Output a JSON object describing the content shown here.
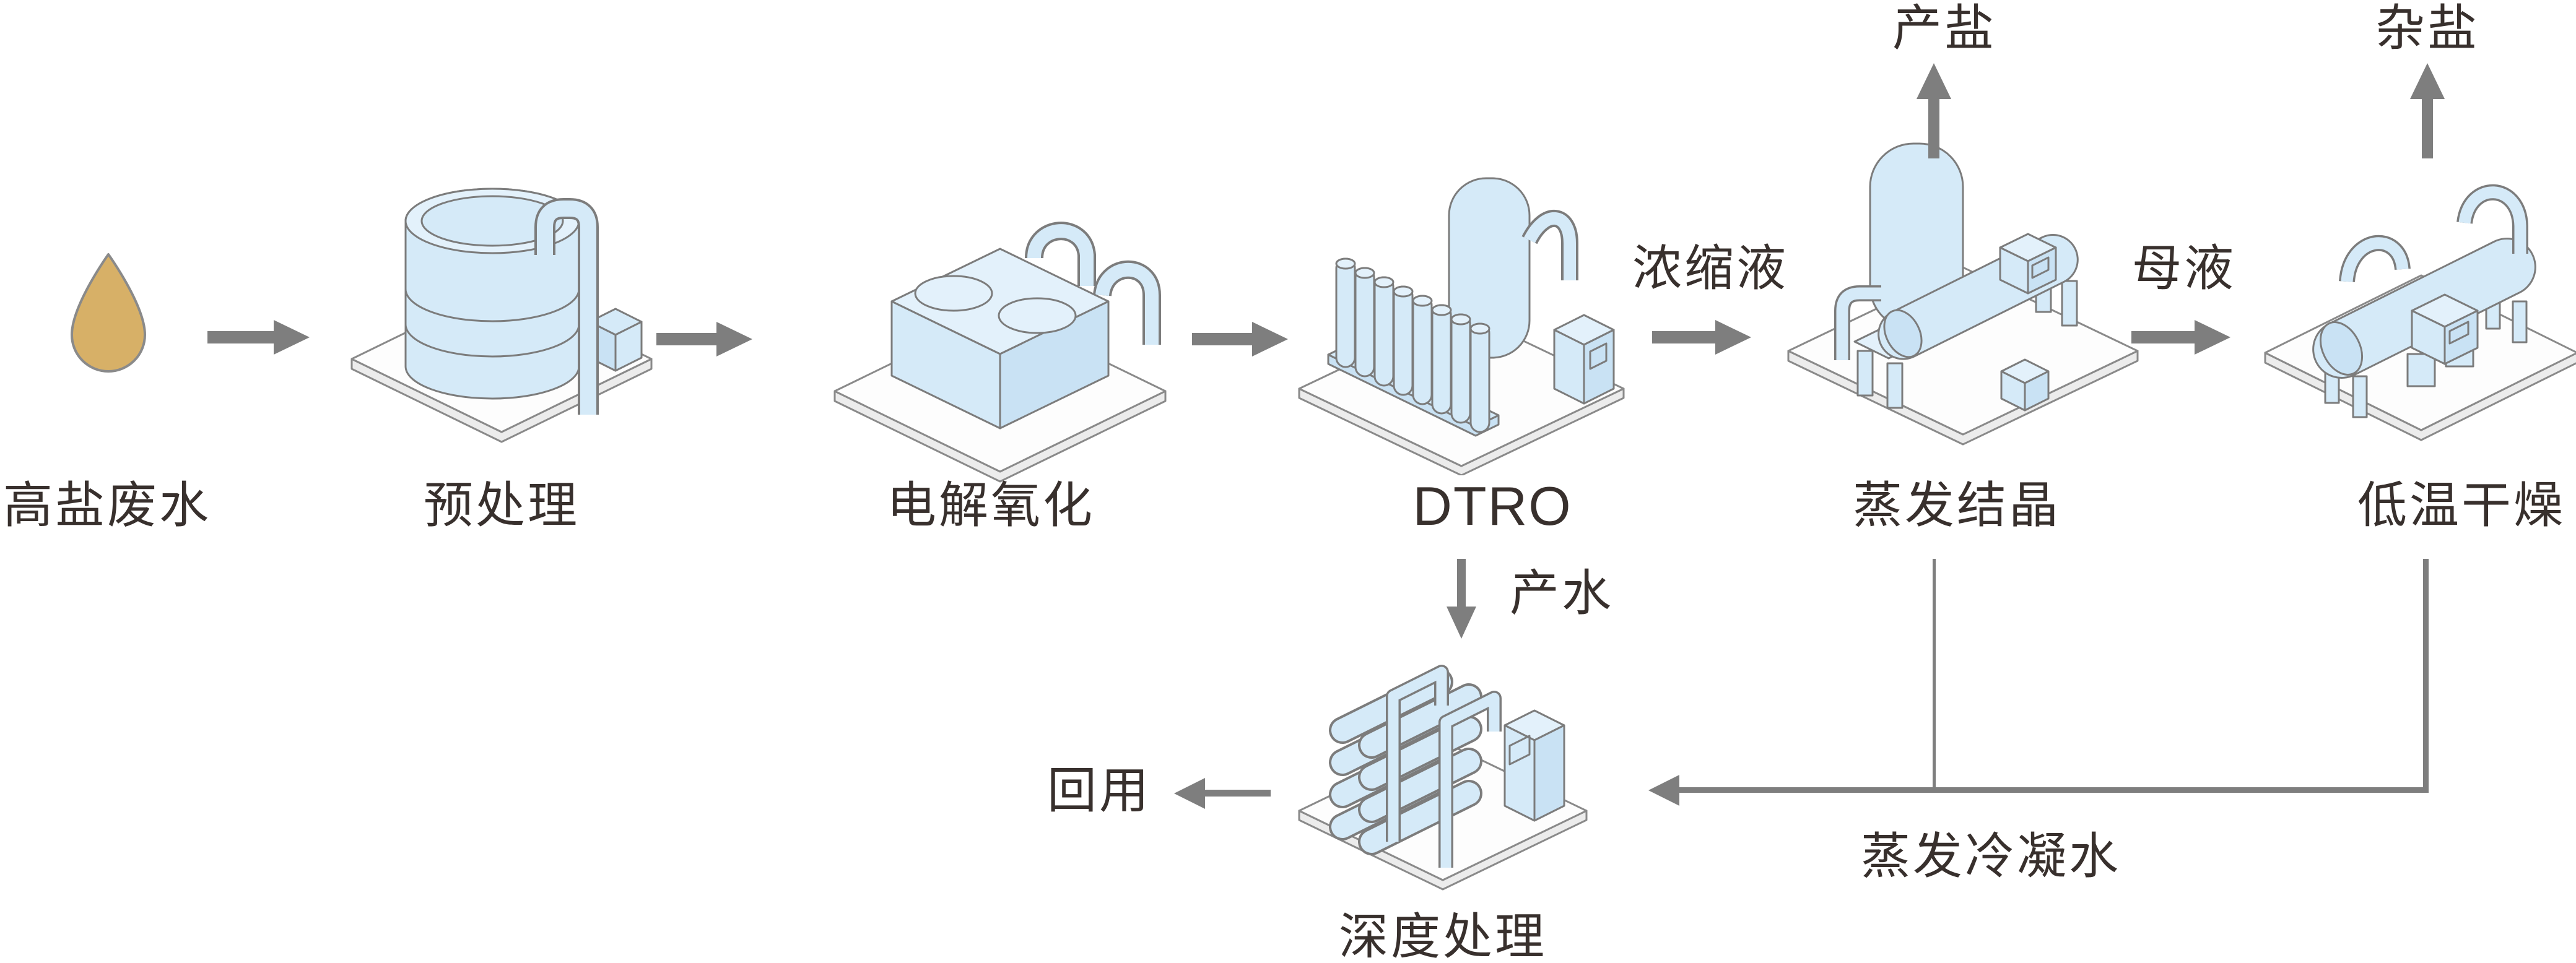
{
  "diagram": {
    "type": "process-flow",
    "subject": "high-salinity wastewater zero-liquid-discharge treatment",
    "palette": {
      "background": "#ffffff",
      "text_color": "#38302d",
      "arrow_gray": "#7e7e7e",
      "icon_fill": "#d5eaf8",
      "icon_fill_light": "#e3f1fb",
      "icon_fill_shade": "#c9e2f4",
      "icon_stroke": "#7c7c7c",
      "platform_top": "#fdfdfd",
      "platform_side": "#ececec",
      "platform_stroke": "#8a8a8a",
      "droplet_fill": "#d7b067",
      "droplet_stroke": "#8a8a8a"
    },
    "stations": [
      {
        "key": "feed",
        "label": "高盐废水",
        "icon": "water-drop"
      },
      {
        "key": "pretreatment",
        "label": "预处理",
        "icon": "storage-tank"
      },
      {
        "key": "electrooxidation",
        "label": "电解氧化",
        "icon": "electrolysis-unit"
      },
      {
        "key": "dtro",
        "label": "DTRO",
        "icon": "dtro-membrane-skid"
      },
      {
        "key": "evaporation",
        "label": "蒸发结晶",
        "icon": "evaporator-crystallizer"
      },
      {
        "key": "drying",
        "label": "低温干燥",
        "icon": "low-temp-dryer"
      },
      {
        "key": "polishing",
        "label": "深度处理",
        "icon": "polishing-membrane-rack"
      }
    ],
    "streams": {
      "concentrate": "浓缩液",
      "mother_liquor": "母液",
      "product_salt": "产盐",
      "mixed_salt": "杂盐",
      "product_water": "产水",
      "reuse": "回用",
      "evaporator_condensate": "蒸发冷凝水"
    }
  }
}
